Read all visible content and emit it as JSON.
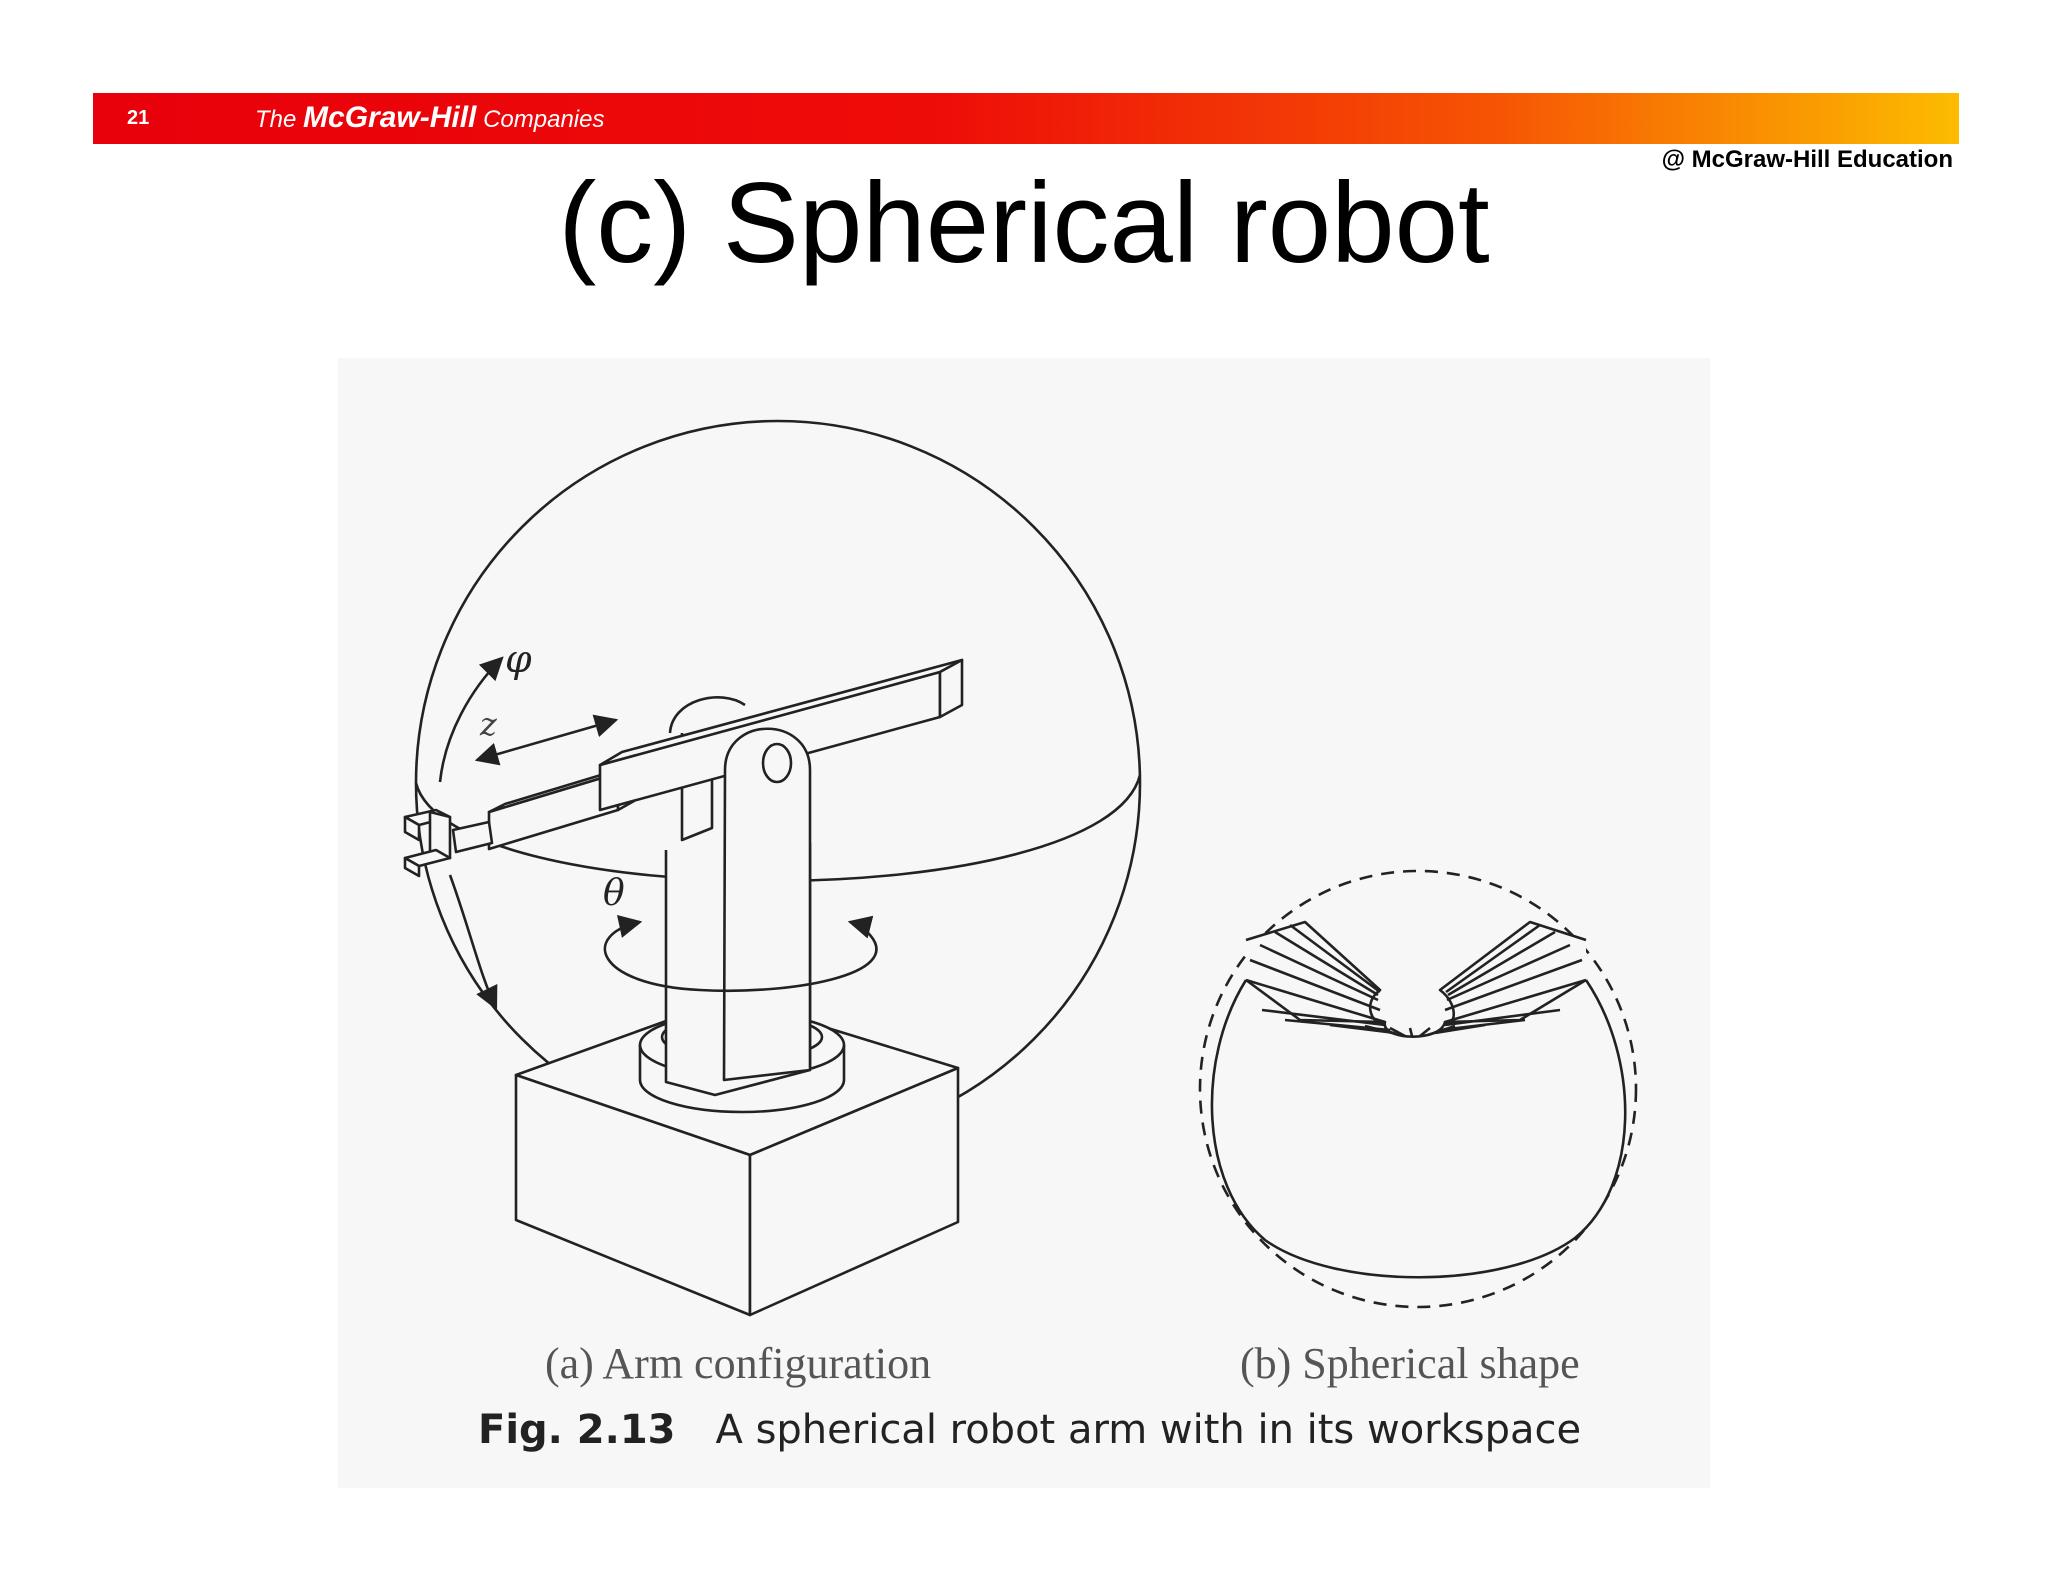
{
  "header": {
    "slide_number": "21",
    "brand": {
      "part1": "The ",
      "part2": "McGraw-Hill",
      "part3": " Companies"
    },
    "credit": "@ McGraw-Hill Education"
  },
  "title": "(c) Spherical robot",
  "figure": {
    "labels": {
      "phi": "φ",
      "z": "z",
      "theta": "θ"
    },
    "caption_a": "(a) Arm configuration",
    "caption_b": "(b) Spherical shape",
    "fig_number": "Fig. 2.13",
    "fig_caption": "A spherical robot arm with in its workspace"
  }
}
